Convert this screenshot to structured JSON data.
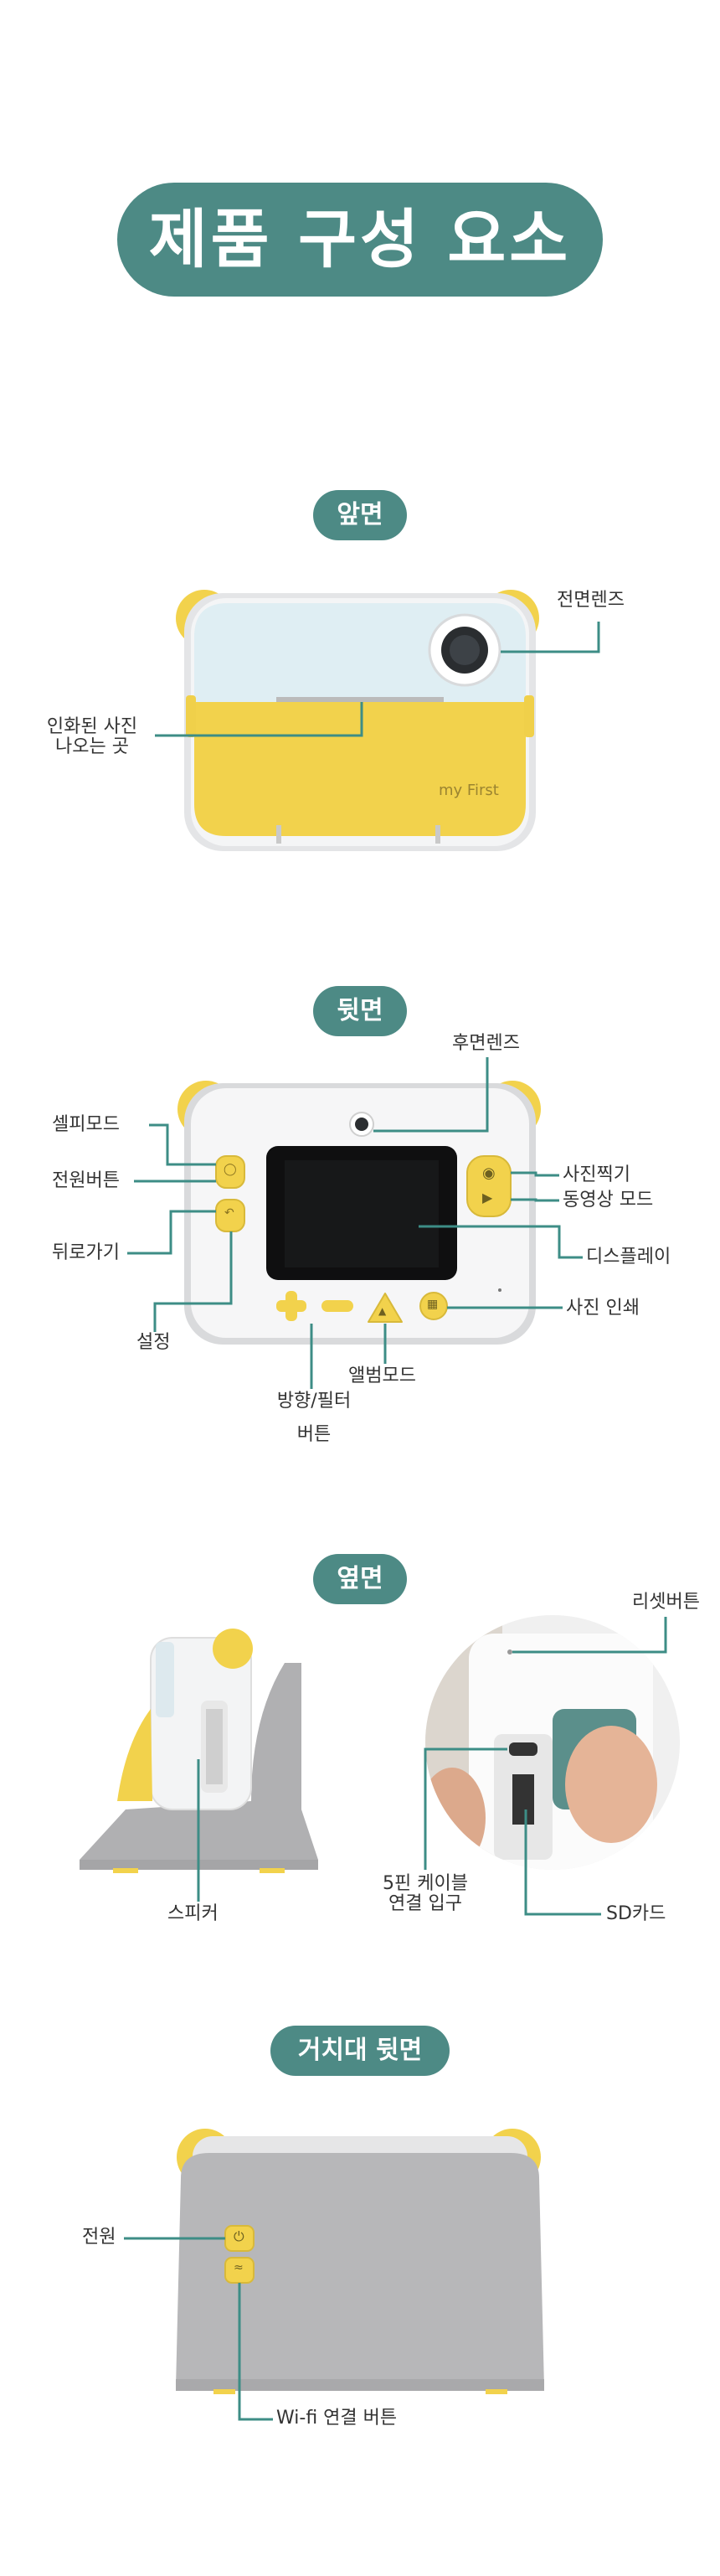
{
  "title": "제품 구성 요소",
  "sections": {
    "front": {
      "heading": "앞면",
      "labels": {
        "front_lens": "전면렌즈",
        "photo_out_1": "인화된 사진",
        "photo_out_2": "나오는 곳"
      },
      "logo": "my First"
    },
    "back": {
      "heading": "뒷면",
      "labels": {
        "rear_lens": "후면렌즈",
        "selfie": "셀피모드",
        "power": "전원버튼",
        "back": "뒤로가기",
        "settings": "설정",
        "direction_1": "방향/필터",
        "direction_2": "버튼",
        "album": "앨범모드",
        "take_photo": "사진찍기",
        "video": "동영상 모드",
        "display": "디스플레이",
        "print": "사진 인쇄"
      }
    },
    "side": {
      "heading": "옆면",
      "labels": {
        "reset": "리셋버튼",
        "speaker": "스피커",
        "port_1": "5핀 케이블",
        "port_2": "연결 입구",
        "sd": "SD카드"
      }
    },
    "stand": {
      "heading": "거치대 뒷면",
      "labels": {
        "power": "전원",
        "wifi": "Wi-fi 연결 버튼"
      }
    }
  },
  "colors": {
    "accent": "#4d8a85",
    "yellow": "#f2d24c",
    "body": "#e9e9ea",
    "line": "#3d8d86",
    "stand": "#b5b5b7"
  }
}
